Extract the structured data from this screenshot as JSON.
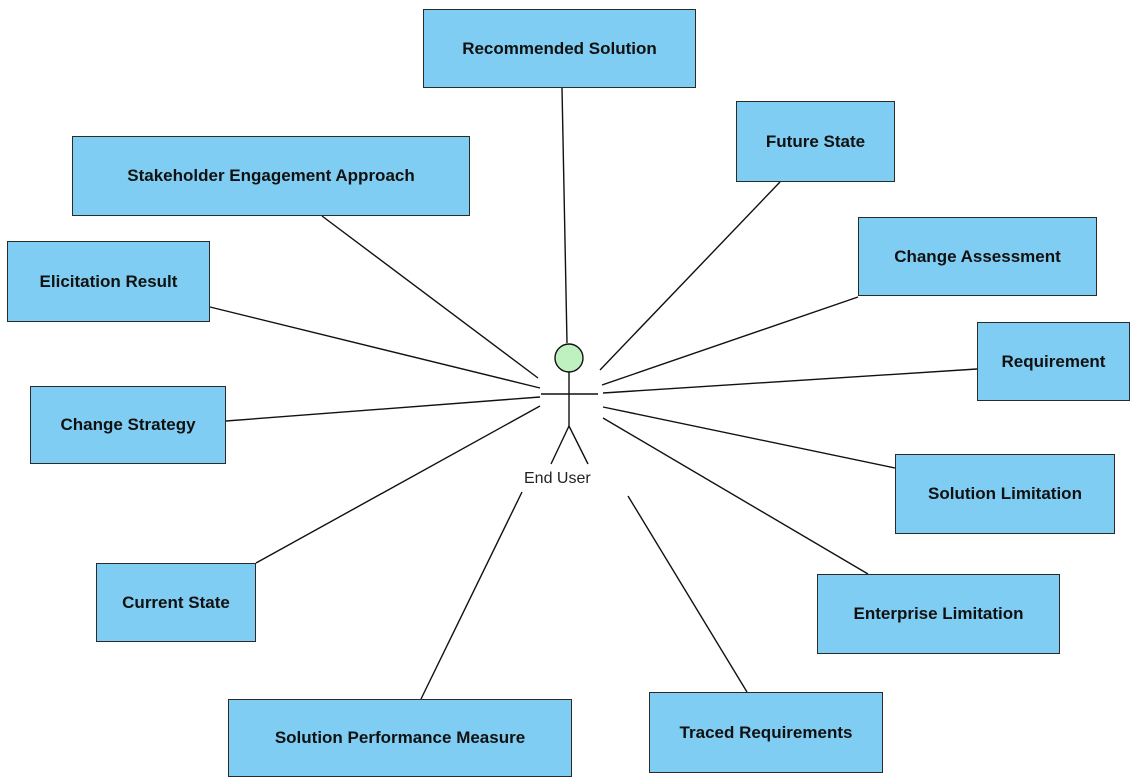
{
  "actor": {
    "label": "End User",
    "head_color": "#bff0bf"
  },
  "colors": {
    "node_fill": "#7fcdf2",
    "border": "#2a2a2a",
    "line": "#111111"
  },
  "nodes": [
    {
      "id": "recommended-solution",
      "label": "Recommended Solution"
    },
    {
      "id": "future-state",
      "label": "Future State"
    },
    {
      "id": "stakeholder-engagement-approach",
      "label": "Stakeholder Engagement Approach"
    },
    {
      "id": "change-assessment",
      "label": "Change Assessment"
    },
    {
      "id": "elicitation-result",
      "label": "Elicitation Result"
    },
    {
      "id": "requirement",
      "label": "Requirement"
    },
    {
      "id": "change-strategy",
      "label": "Change Strategy"
    },
    {
      "id": "solution-limitation",
      "label": "Solution Limitation"
    },
    {
      "id": "current-state",
      "label": "Current State"
    },
    {
      "id": "enterprise-limitation",
      "label": "Enterprise Limitation"
    },
    {
      "id": "solution-performance-measure",
      "label": "Solution Performance Measure"
    },
    {
      "id": "traced-requirements",
      "label": "Traced Requirements"
    }
  ]
}
